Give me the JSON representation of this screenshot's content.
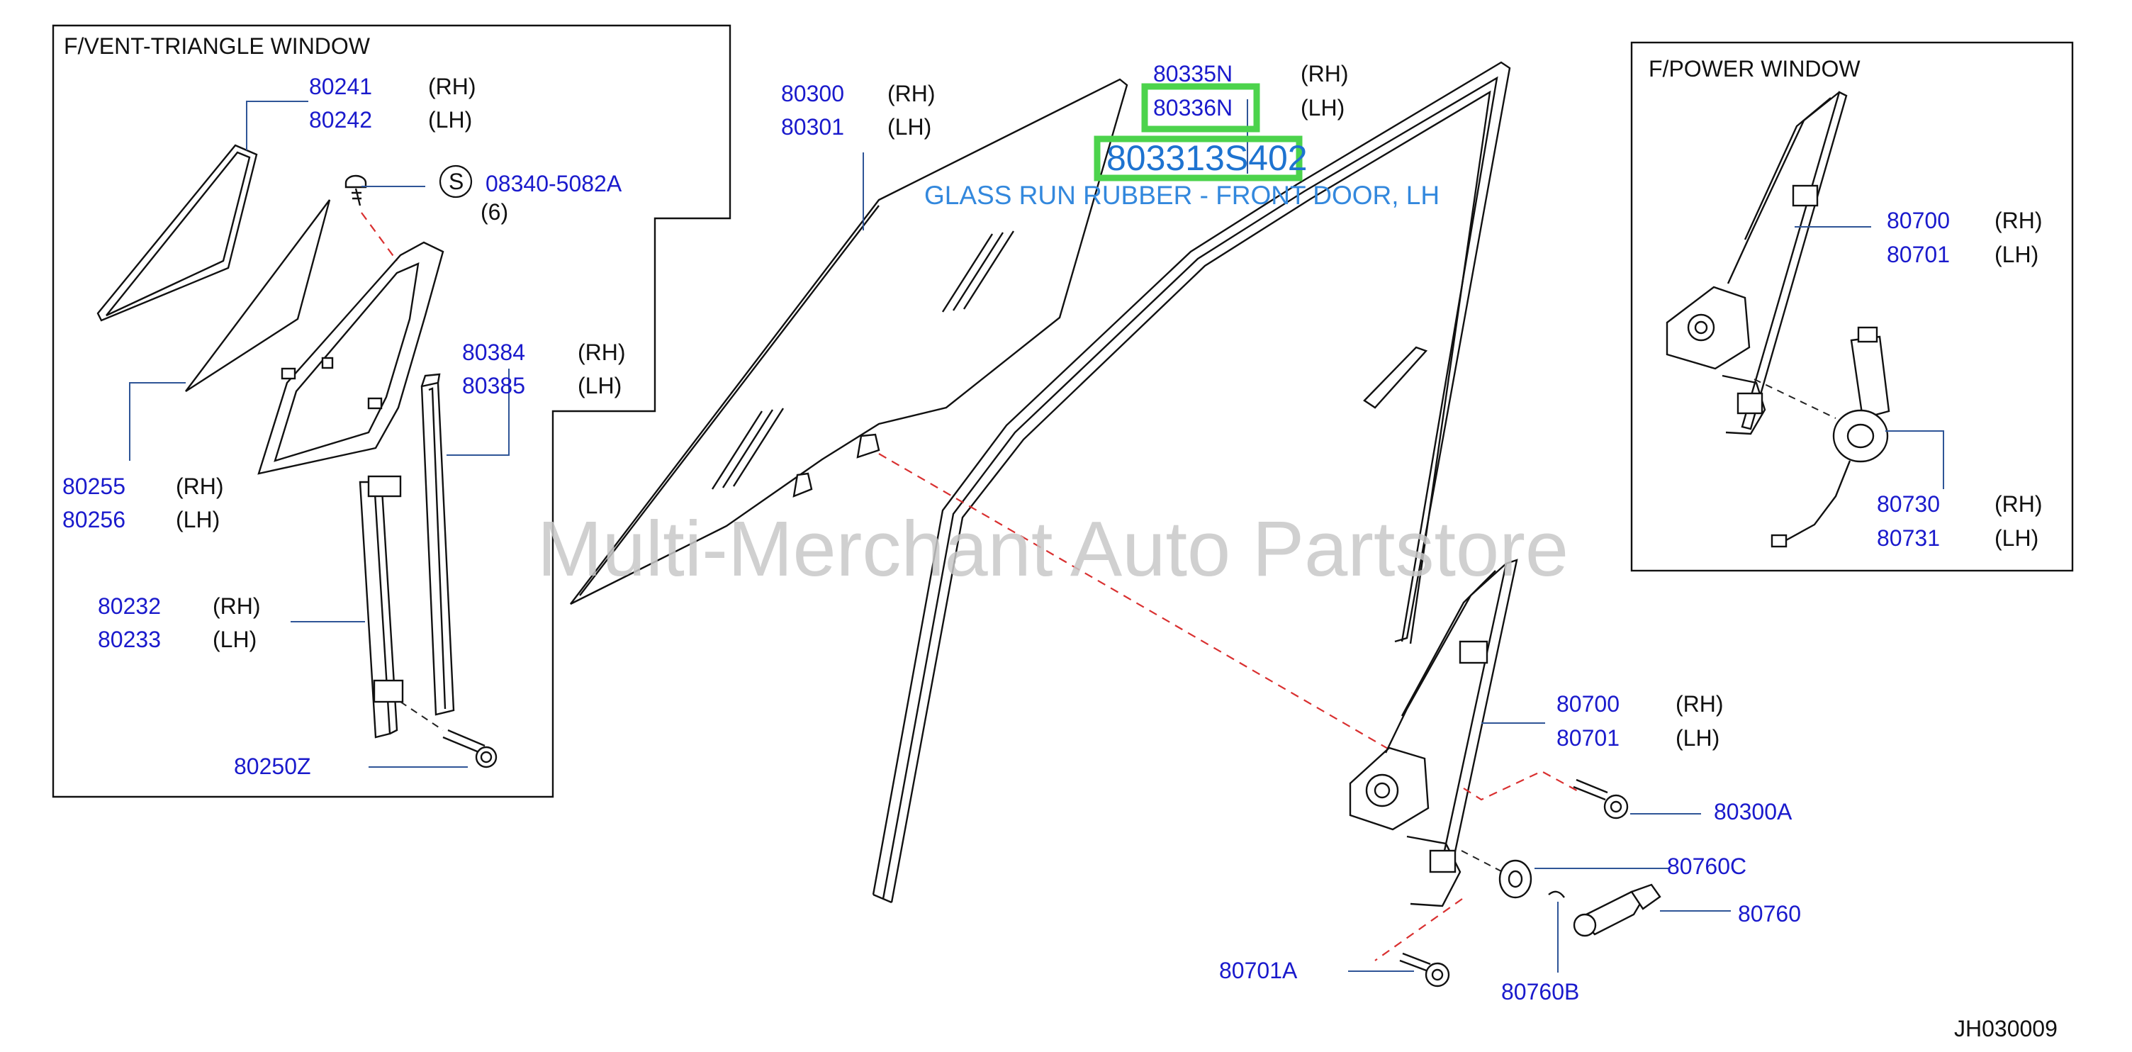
{
  "panels": {
    "vent_triangle": {
      "title": "F/VENT-TRIANGLE  WINDOW"
    },
    "power_window": {
      "title": "F/POWER  WINDOW"
    }
  },
  "labels": {
    "p80241": "80241",
    "p80241_side": "(RH)",
    "p80242": "80242",
    "p80242_side": "(LH)",
    "screw_symbol": "S",
    "p08340": "08340-5082A",
    "p08340_qty": "(6)",
    "p80384": "80384",
    "p80384_side": "(RH)",
    "p80385": "80385",
    "p80385_side": "(LH)",
    "p80255": "80255",
    "p80255_side": "(RH)",
    "p80256": "80256",
    "p80256_side": "(LH)",
    "p80232": "80232",
    "p80232_side": "(RH)",
    "p80233": "80233",
    "p80233_side": "(LH)",
    "p80250Z": "80250Z",
    "p80300": "80300",
    "p80300_side": "(RH)",
    "p80301": "80301",
    "p80301_side": "(LH)",
    "p80335N": "80335N",
    "p80335N_side": "(RH)",
    "p80336N": "80336N",
    "p80336N_side": "(LH)",
    "p80700": "80700",
    "p80700_side": "(RH)",
    "p80701": "80701",
    "p80701_side": "(LH)",
    "p80300A": "80300A",
    "p80760C": "80760C",
    "p80760": "80760",
    "p80701A": "80701A",
    "p80760B": "80760B",
    "pw80700": "80700",
    "pw80700_side": "(RH)",
    "pw80701": "80701",
    "pw80701_side": "(LH)",
    "pw80730": "80730",
    "pw80730_side": "(RH)",
    "pw80731": "80731",
    "pw80731_side": "(LH)"
  },
  "callout": {
    "part_number": "803313S402",
    "description": "GLASS RUN RUBBER - FRONT DOOR, LH"
  },
  "watermark": "Multi-Merchant Auto Partstore",
  "diagram_code": "JH030009",
  "colors": {
    "part_number": "#1a1acc",
    "highlight": "#4cd34c",
    "callout": "#1e73d0",
    "dashed_line": "#d93030"
  }
}
